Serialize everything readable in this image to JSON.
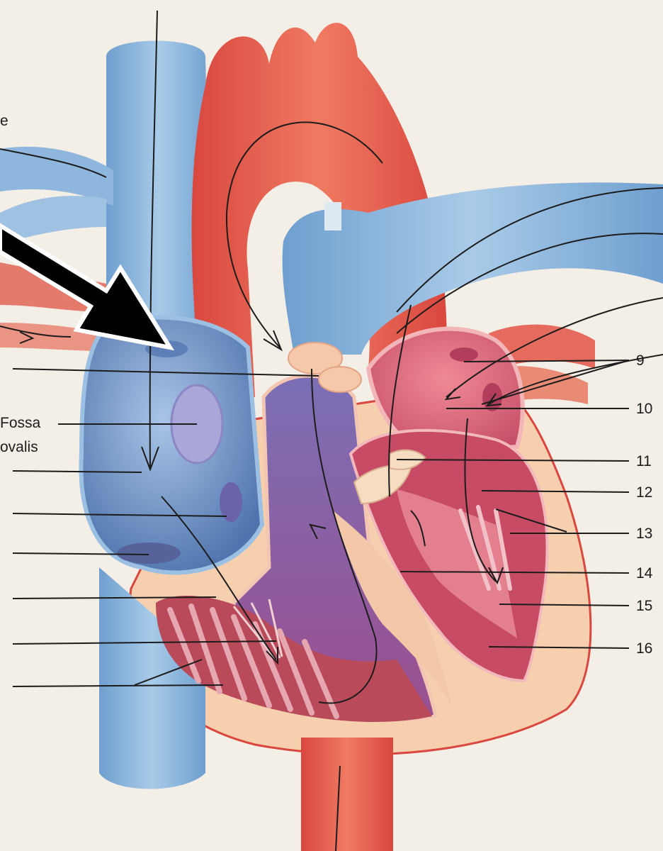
{
  "diagram": {
    "subject": "heart-cross-section",
    "labels": {
      "frag_e": "e",
      "fossa_line1": "Fossa",
      "fossa_line2": "ovalis",
      "n9": "9",
      "n10": "10",
      "n11": "11",
      "n12": "12",
      "n13": "13",
      "n14": "14",
      "n15": "15",
      "n16": "16"
    },
    "colors": {
      "paper": "#f3eee6",
      "oxygenated": "#e2574c",
      "deoxygenated": "#7fb3d9",
      "right_atrium": "#6f93c6",
      "right_ventricle": "#8a5fa6",
      "left_chambers": "#d9657a",
      "myocardium": "#f3c6a0",
      "valves": "#f4c8a8",
      "pointer_arrow": "#000000",
      "leader_lines": "#1c1c1c"
    }
  }
}
